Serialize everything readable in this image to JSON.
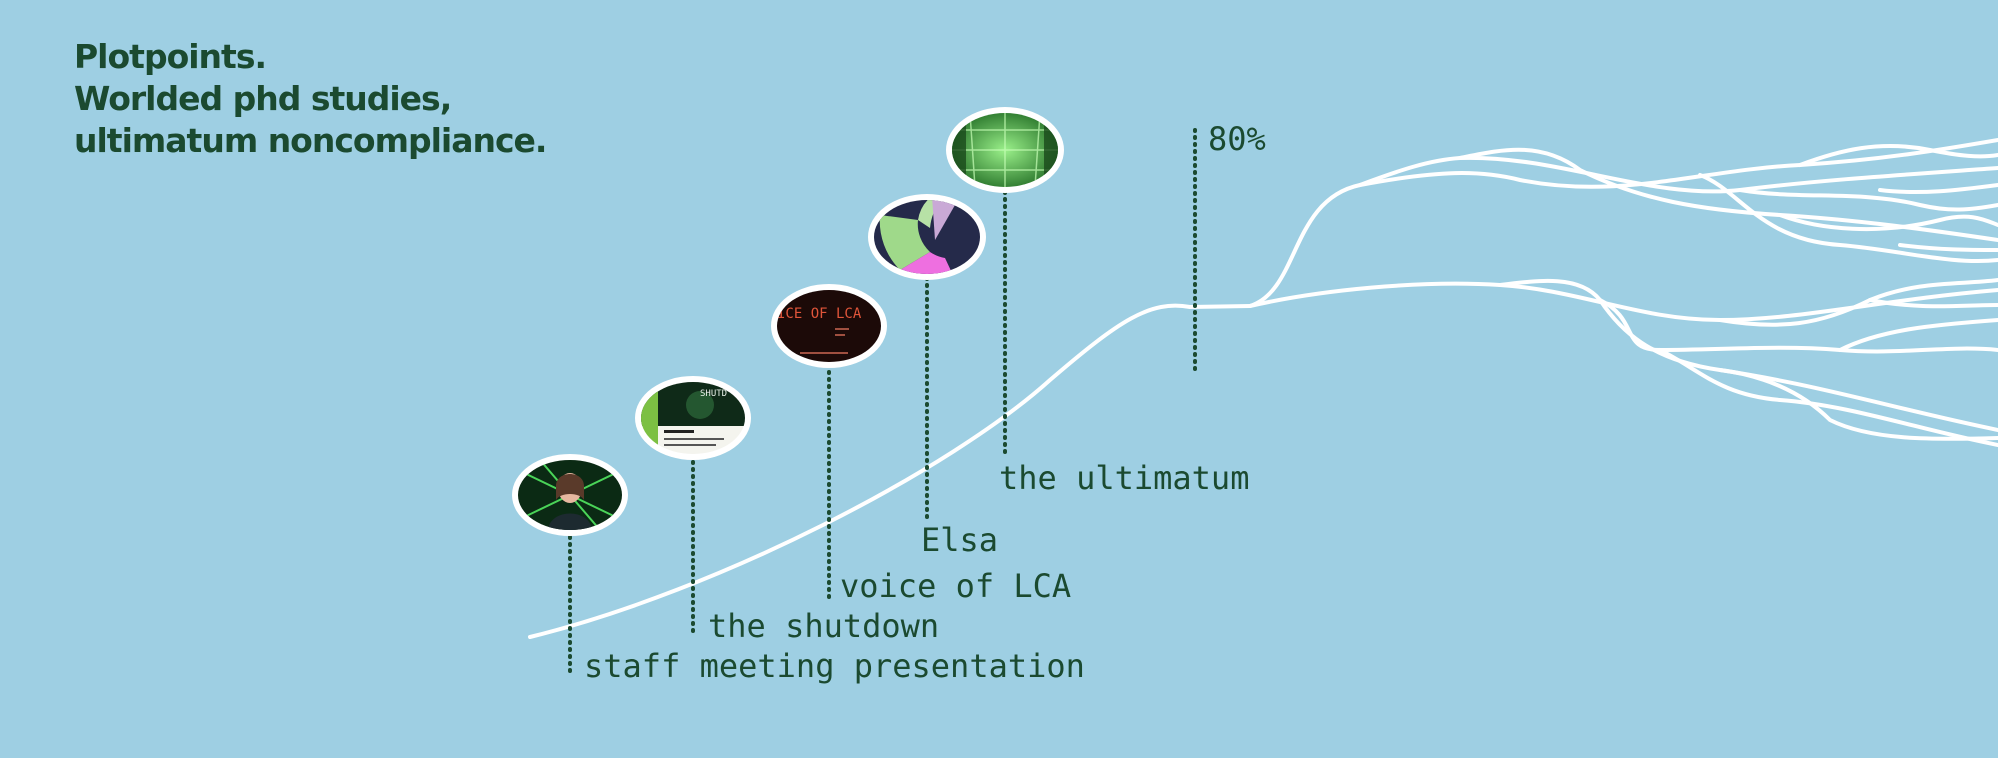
{
  "heading": {
    "line1": "Plotpoints.",
    "line2": "Worlded phd studies,",
    "line3": "ultimatum noncompliance."
  },
  "milestones": [
    {
      "id": "staff-meeting",
      "label": "staff meeting presentation",
      "thumbnail": "video-call-portrait"
    },
    {
      "id": "shutdown",
      "label": "the shutdown",
      "thumbnail": "shutdown-slide"
    },
    {
      "id": "voice-of-lca",
      "label": "voice of LCA",
      "thumbnail": "voice-of-lca-slide",
      "thumbnail_text": "ICE OF LCA"
    },
    {
      "id": "elsa",
      "label": "Elsa",
      "thumbnail": "color-wheel-diagram"
    },
    {
      "id": "ultimatum",
      "label": "the ultimatum",
      "thumbnail": "green-grid-room"
    }
  ],
  "marker": {
    "label": "80%"
  },
  "colors": {
    "background": "#9ecfe3",
    "text": "#1b4a30",
    "curve": "#ffffff"
  }
}
